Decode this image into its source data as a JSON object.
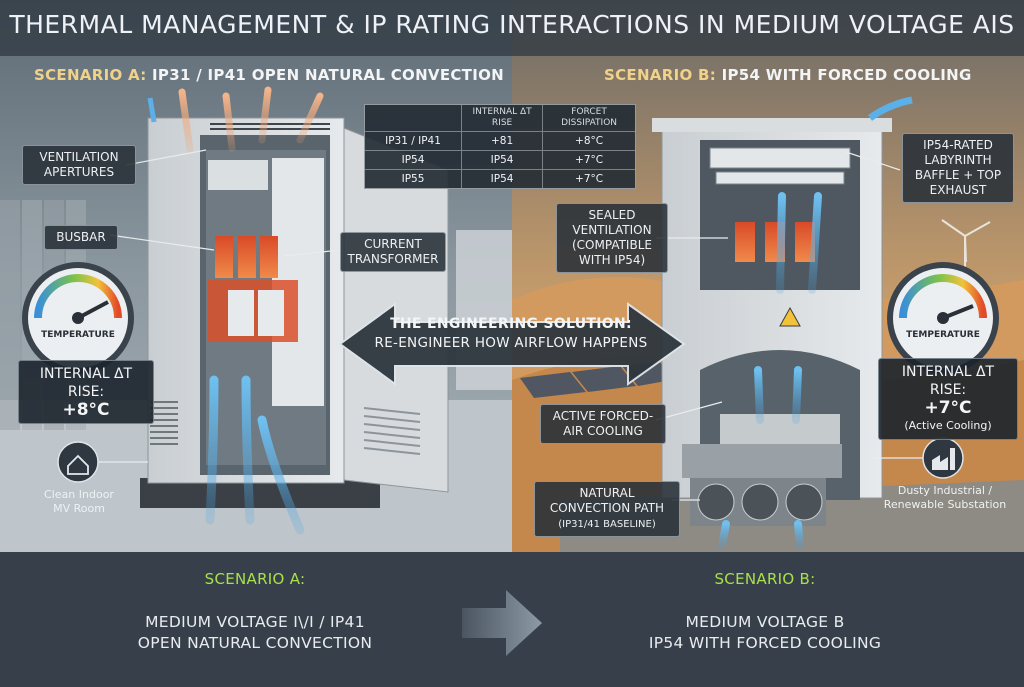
{
  "title": "THERMAL MANAGEMENT & IP RATING INTERACTIONS IN MEDIUM VOLTAGE AIS",
  "scenario_a": {
    "key": "SCENARIO A:",
    "heading": "IP31 / IP41 OPEN NATURAL CONVECTION",
    "callouts": {
      "ventilation": "VENTILATION APERTURES",
      "busbar": "BUSBAR",
      "current_transformer": "CURRENT TRANSFORMER"
    },
    "gauge_label": "TEMPERATURE",
    "rise_label": "INTERNAL ΔT RISE:",
    "rise_value": "+8°C",
    "room_label": "Clean Indoor MV Room"
  },
  "scenario_b": {
    "key": "SCENARIO B:",
    "heading": "IP54 WITH FORCED COOLING",
    "callouts": {
      "baffle": "IP54-RATED LABYRINTH BAFFLE + TOP EXHAUST",
      "sealed": "SEALED VENTILATION (COMPATIBLE WITH IP54)",
      "forced": "ACTIVE FORCED-AIR COOLING",
      "natural": "NATURAL CONVECTION PATH",
      "natural_sub": "(IP31/41 BASELINE)"
    },
    "gauge_label": "TEMPERATURE",
    "rise_label": "INTERNAL ΔT RISE:",
    "rise_value": "+7°C",
    "rise_sub": "(Active Cooling)",
    "site_label": "Dusty Industrial / Renewable Substation"
  },
  "table": {
    "headers": [
      "",
      "INTERNAL ΔT RISE",
      "FORCET DISSIPATION"
    ],
    "rows": [
      [
        "IP31 / IP41",
        "+81",
        "+8°C"
      ],
      [
        "IP54",
        "IP54",
        "+7°C"
      ],
      [
        "IP55",
        "IP54",
        "+7°C"
      ]
    ]
  },
  "solution": {
    "line1": "THE ENGINEERING SOLUTION:",
    "line2": "RE-ENGINEER HOW AIRFLOW HAPPENS"
  },
  "bottom": {
    "a_key": "SCENARIO A:",
    "a_line1": "MEDIUM VOLTAGE I\\/I / IP41",
    "a_line2": "OPEN NATURAL CONVECTION",
    "b_key": "SCENARIO B:",
    "b_line1": "MEDIUM VOLTAGE B",
    "b_line2": "IP54 WITH FORCED COOLING"
  },
  "colors": {
    "accent_green": "#a8e04a",
    "heat": "#e8572e",
    "cool": "#6fb6e8"
  }
}
